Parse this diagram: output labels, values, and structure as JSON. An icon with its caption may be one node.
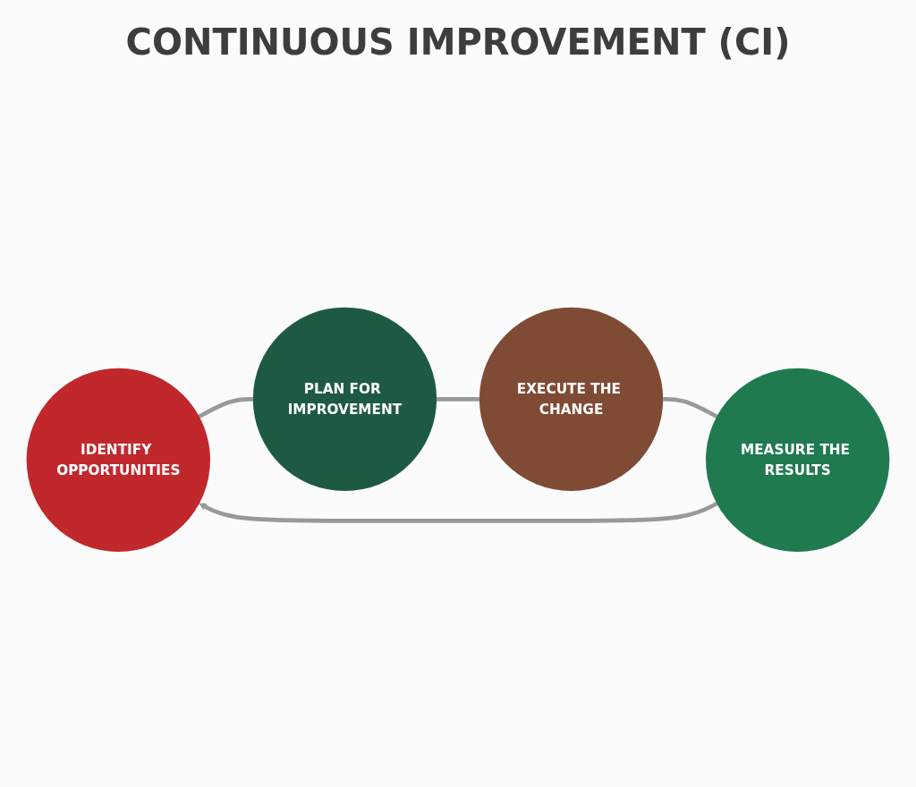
{
  "diagram": {
    "title": "CONTINUOUS IMPROVEMENT (CI)",
    "nodes": [
      {
        "text": [
          "IDENTIFY OPPORTUNITIES"
        ]
      },
      {
        "text": [
          "PLAN FOR IMPROVEMENT"
        ]
      },
      {
        "text": [
          "EXECUTE THE CHANGE"
        ]
      },
      {
        "text": [
          "MEASURE THE RESULTS"
        ]
      }
    ],
    "edges": [
      {
        "from": 0,
        "to": 1,
        "arrow": "none"
      },
      {
        "from": 1,
        "to": 2,
        "arrow": "none"
      },
      {
        "from": 2,
        "to": 3,
        "arrow": "none"
      },
      {
        "from": 3,
        "to": 0,
        "arrow": "to"
      }
    ]
  }
}
